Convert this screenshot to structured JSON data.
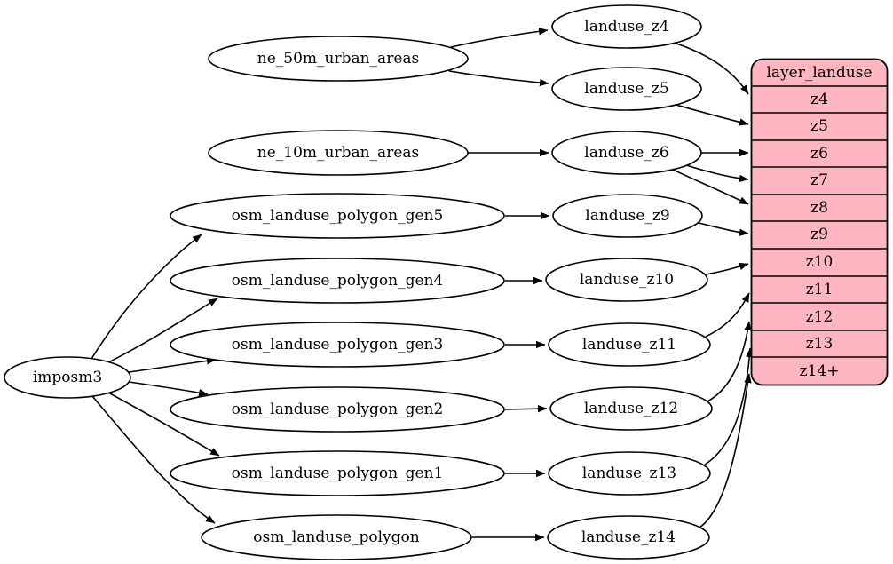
{
  "diagram": {
    "colors": {
      "table_fill": "#ffb6c1",
      "node_fill": "#ffffff",
      "edge_color": "#000000"
    },
    "nodes": {
      "imposm3": "imposm3",
      "ne_50m_urban_areas": "ne_50m_urban_areas",
      "ne_10m_urban_areas": "ne_10m_urban_areas",
      "osm_landuse_polygon_gen5": "osm_landuse_polygon_gen5",
      "osm_landuse_polygon_gen4": "osm_landuse_polygon_gen4",
      "osm_landuse_polygon_gen3": "osm_landuse_polygon_gen3",
      "osm_landuse_polygon_gen2": "osm_landuse_polygon_gen2",
      "osm_landuse_polygon_gen1": "osm_landuse_polygon_gen1",
      "osm_landuse_polygon": "osm_landuse_polygon",
      "landuse_z4": "landuse_z4",
      "landuse_z5": "landuse_z5",
      "landuse_z6": "landuse_z6",
      "landuse_z9": "landuse_z9",
      "landuse_z10": "landuse_z10",
      "landuse_z11": "landuse_z11",
      "landuse_z12": "landuse_z12",
      "landuse_z13": "landuse_z13",
      "landuse_z14": "landuse_z14"
    },
    "table": {
      "title": "layer_landuse",
      "rows": [
        "z4",
        "z5",
        "z6",
        "z7",
        "z8",
        "z9",
        "z10",
        "z11",
        "z12",
        "z13",
        "z14+"
      ]
    },
    "edges": [
      {
        "from": "imposm3",
        "to": "osm_landuse_polygon_gen5"
      },
      {
        "from": "imposm3",
        "to": "osm_landuse_polygon_gen4"
      },
      {
        "from": "imposm3",
        "to": "osm_landuse_polygon_gen3"
      },
      {
        "from": "imposm3",
        "to": "osm_landuse_polygon_gen2"
      },
      {
        "from": "imposm3",
        "to": "osm_landuse_polygon_gen1"
      },
      {
        "from": "imposm3",
        "to": "osm_landuse_polygon"
      },
      {
        "from": "ne_50m_urban_areas",
        "to": "landuse_z4"
      },
      {
        "from": "ne_50m_urban_areas",
        "to": "landuse_z5"
      },
      {
        "from": "ne_10m_urban_areas",
        "to": "landuse_z6"
      },
      {
        "from": "osm_landuse_polygon_gen5",
        "to": "landuse_z9"
      },
      {
        "from": "osm_landuse_polygon_gen4",
        "to": "landuse_z10"
      },
      {
        "from": "osm_landuse_polygon_gen3",
        "to": "landuse_z11"
      },
      {
        "from": "osm_landuse_polygon_gen2",
        "to": "landuse_z12"
      },
      {
        "from": "osm_landuse_polygon_gen1",
        "to": "landuse_z13"
      },
      {
        "from": "osm_landuse_polygon",
        "to": "landuse_z14"
      },
      {
        "from": "landuse_z4",
        "to": "layer_landuse.z4"
      },
      {
        "from": "landuse_z5",
        "to": "layer_landuse.z5"
      },
      {
        "from": "landuse_z6",
        "to": "layer_landuse.z6"
      },
      {
        "from": "landuse_z6",
        "to": "layer_landuse.z7"
      },
      {
        "from": "landuse_z6",
        "to": "layer_landuse.z8"
      },
      {
        "from": "landuse_z9",
        "to": "layer_landuse.z9"
      },
      {
        "from": "landuse_z10",
        "to": "layer_landuse.z10"
      },
      {
        "from": "landuse_z11",
        "to": "layer_landuse.z11"
      },
      {
        "from": "landuse_z12",
        "to": "layer_landuse.z12"
      },
      {
        "from": "landuse_z13",
        "to": "layer_landuse.z13"
      },
      {
        "from": "landuse_z14",
        "to": "layer_landuse.z14+"
      }
    ]
  }
}
